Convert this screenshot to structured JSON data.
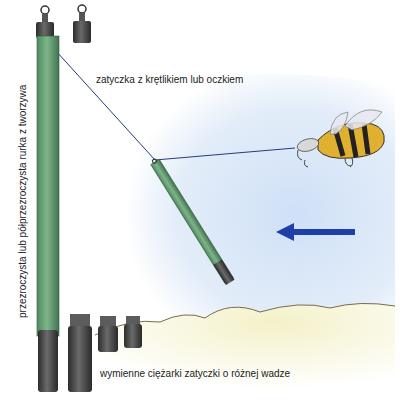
{
  "diagram": {
    "labels": [
      "zatyczka z krętlikiem lub oczkiem",
      "przezroczysta lub półprzezroczysta rurka z tworzywa",
      "wymienne ciężarki zatyczki o różnej wadze"
    ]
  }
}
